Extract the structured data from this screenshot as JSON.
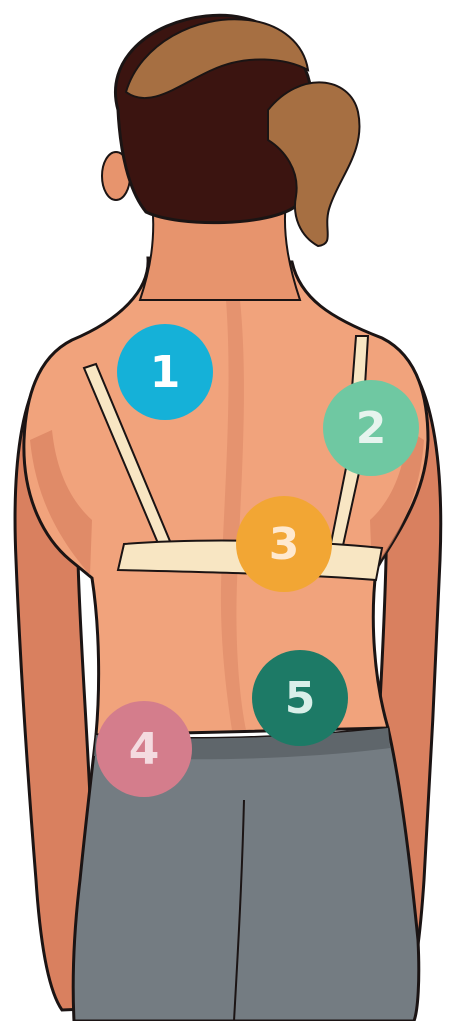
{
  "markers": [
    {
      "label": "1",
      "color": "#15b1d8",
      "text_color": "#ffffff"
    },
    {
      "label": "2",
      "color": "#6fc8a2",
      "text_color": "#e6f4ee"
    },
    {
      "label": "3",
      "color": "#f2a634",
      "text_color": "#ffe9cf"
    },
    {
      "label": "4",
      "color": "#d47d8c",
      "text_color": "#f4dbe0"
    },
    {
      "label": "5",
      "color": "#1d7a66",
      "text_color": "#d9efe9"
    }
  ],
  "colors": {
    "skin": "#f1a37c",
    "skin_shadow": "#d4795a",
    "hair": "#a66f42",
    "hair_dark": "#3b1410",
    "bra": "#f8e6c3",
    "pants": "#747c82",
    "pants_dark": "#5f666b",
    "outline": "#1b1414"
  }
}
